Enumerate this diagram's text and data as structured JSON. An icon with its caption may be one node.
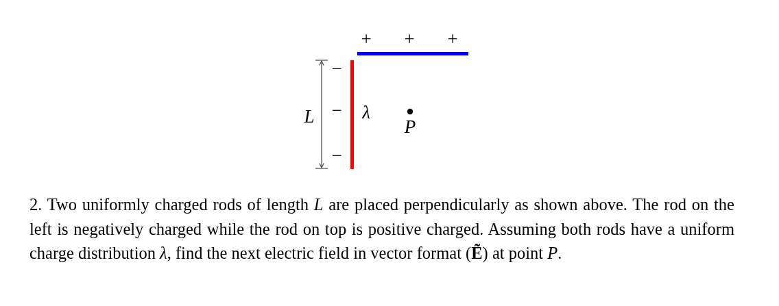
{
  "diagram": {
    "caption": "2. Two uniformly charged rods of length *L* are placed perpendicularly as shown above. The rod on the left is negatively charged while the rod on top is positive charged. Assuming both rods have a uniform charge distribution *λ*, find the next electric field in vector format (**Ẽ**) at point *P*.",
    "labels": [
      "+",
      "+",
      "+",
      "−",
      "L",
      "−",
      "λ",
      "P",
      "−"
    ]
  }
}
